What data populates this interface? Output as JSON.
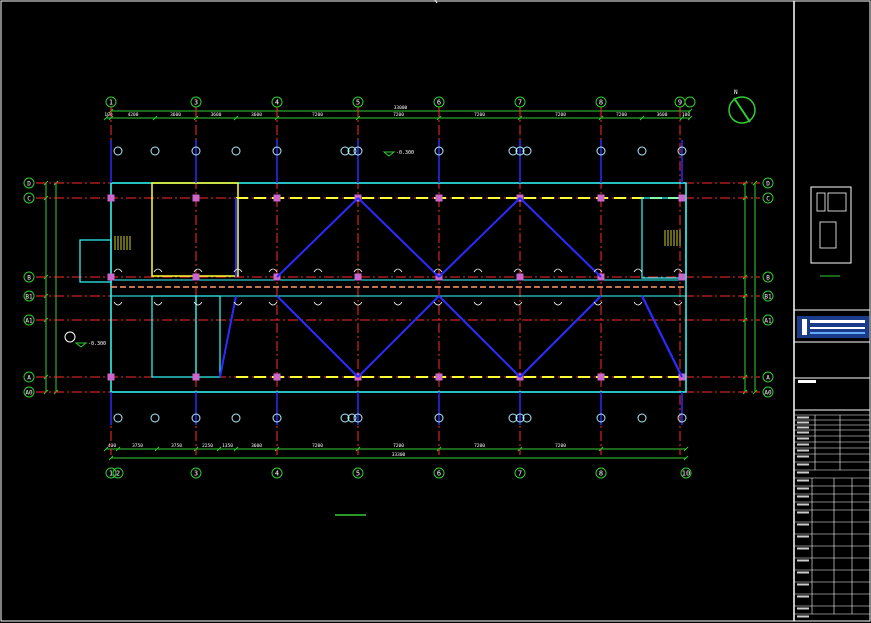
{
  "drawing": {
    "grid_columns": [
      "1",
      "3",
      "4",
      "5",
      "6",
      "7",
      "8",
      "9"
    ],
    "grid_columns_bottom": [
      "1",
      "2",
      "3",
      "4",
      "5",
      "6",
      "7",
      "8",
      "10"
    ],
    "grid_rows": [
      "D",
      "C",
      "B",
      "B1",
      "A1",
      "A",
      "A0"
    ],
    "top_dims": [
      "100",
      "4200",
      "3600",
      "3600",
      "3600",
      "7200",
      "7200",
      "7200",
      "7200",
      "7200",
      "3600",
      "100"
    ],
    "top_total": "33000",
    "bottom_dims": [
      "400",
      "3750",
      "3750",
      "2250",
      "1350",
      "3600",
      "7200",
      "7200",
      "7200",
      "7200"
    ],
    "bottom_total": "33300",
    "elevation_marks": [
      "-0.300",
      "-0.300"
    ],
    "colors": {
      "background": "#000000",
      "grid_line": "#ff2a2a",
      "dim_line": "#33cc33",
      "wall": "#33ffff",
      "pipe": "#2b2bff",
      "beam": "#ffff33",
      "column": "#cc66cc",
      "hvac": "#ff9966"
    },
    "north_arrow": "north-arrow-icon"
  },
  "titleblock": {
    "company_logo": "company-logo-icon"
  }
}
